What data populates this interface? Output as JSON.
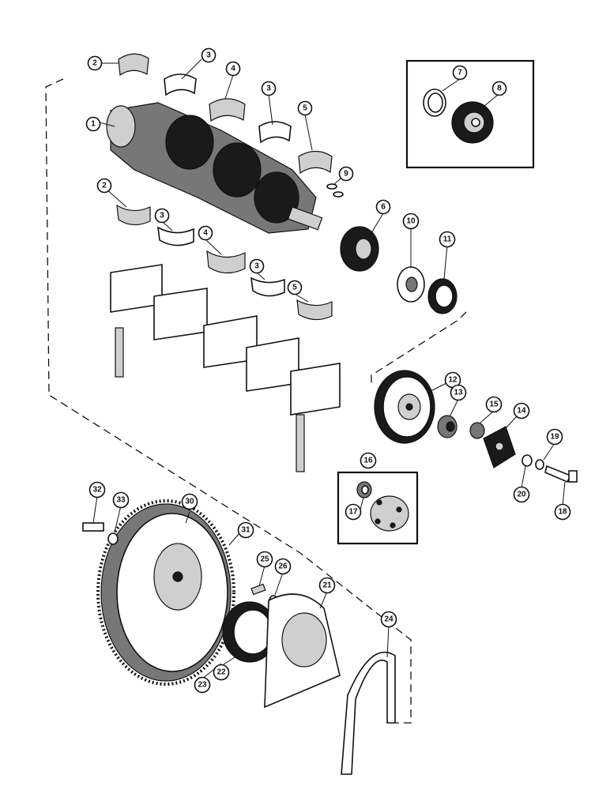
{
  "callouts": [
    {
      "id": "c1",
      "label": "1"
    },
    {
      "id": "c2a",
      "label": "2"
    },
    {
      "id": "c2b",
      "label": "2"
    },
    {
      "id": "c3a",
      "label": "3"
    },
    {
      "id": "c3b",
      "label": "3"
    },
    {
      "id": "c3c",
      "label": "3"
    },
    {
      "id": "c3d",
      "label": "3"
    },
    {
      "id": "c4a",
      "label": "4"
    },
    {
      "id": "c4b",
      "label": "4"
    },
    {
      "id": "c5a",
      "label": "5"
    },
    {
      "id": "c5b",
      "label": "5"
    },
    {
      "id": "c6",
      "label": "6"
    },
    {
      "id": "c7",
      "label": "7"
    },
    {
      "id": "c8",
      "label": "8"
    },
    {
      "id": "c9",
      "label": "9"
    },
    {
      "id": "c10",
      "label": "10"
    },
    {
      "id": "c11",
      "label": "11"
    },
    {
      "id": "c12",
      "label": "12"
    },
    {
      "id": "c13",
      "label": "13"
    },
    {
      "id": "c14",
      "label": "14"
    },
    {
      "id": "c15",
      "label": "15"
    },
    {
      "id": "c16",
      "label": "16"
    },
    {
      "id": "c17",
      "label": "17"
    },
    {
      "id": "c18",
      "label": "18"
    },
    {
      "id": "c19",
      "label": "19"
    },
    {
      "id": "c20",
      "label": "20"
    },
    {
      "id": "c21",
      "label": "21"
    },
    {
      "id": "c22",
      "label": "22"
    },
    {
      "id": "c23",
      "label": "23"
    },
    {
      "id": "c24",
      "label": "24"
    },
    {
      "id": "c25",
      "label": "25"
    },
    {
      "id": "c26",
      "label": "26"
    },
    {
      "id": "c30",
      "label": "30"
    },
    {
      "id": "c31",
      "label": "31"
    },
    {
      "id": "c32",
      "label": "32"
    },
    {
      "id": "c33",
      "label": "33"
    }
  ]
}
